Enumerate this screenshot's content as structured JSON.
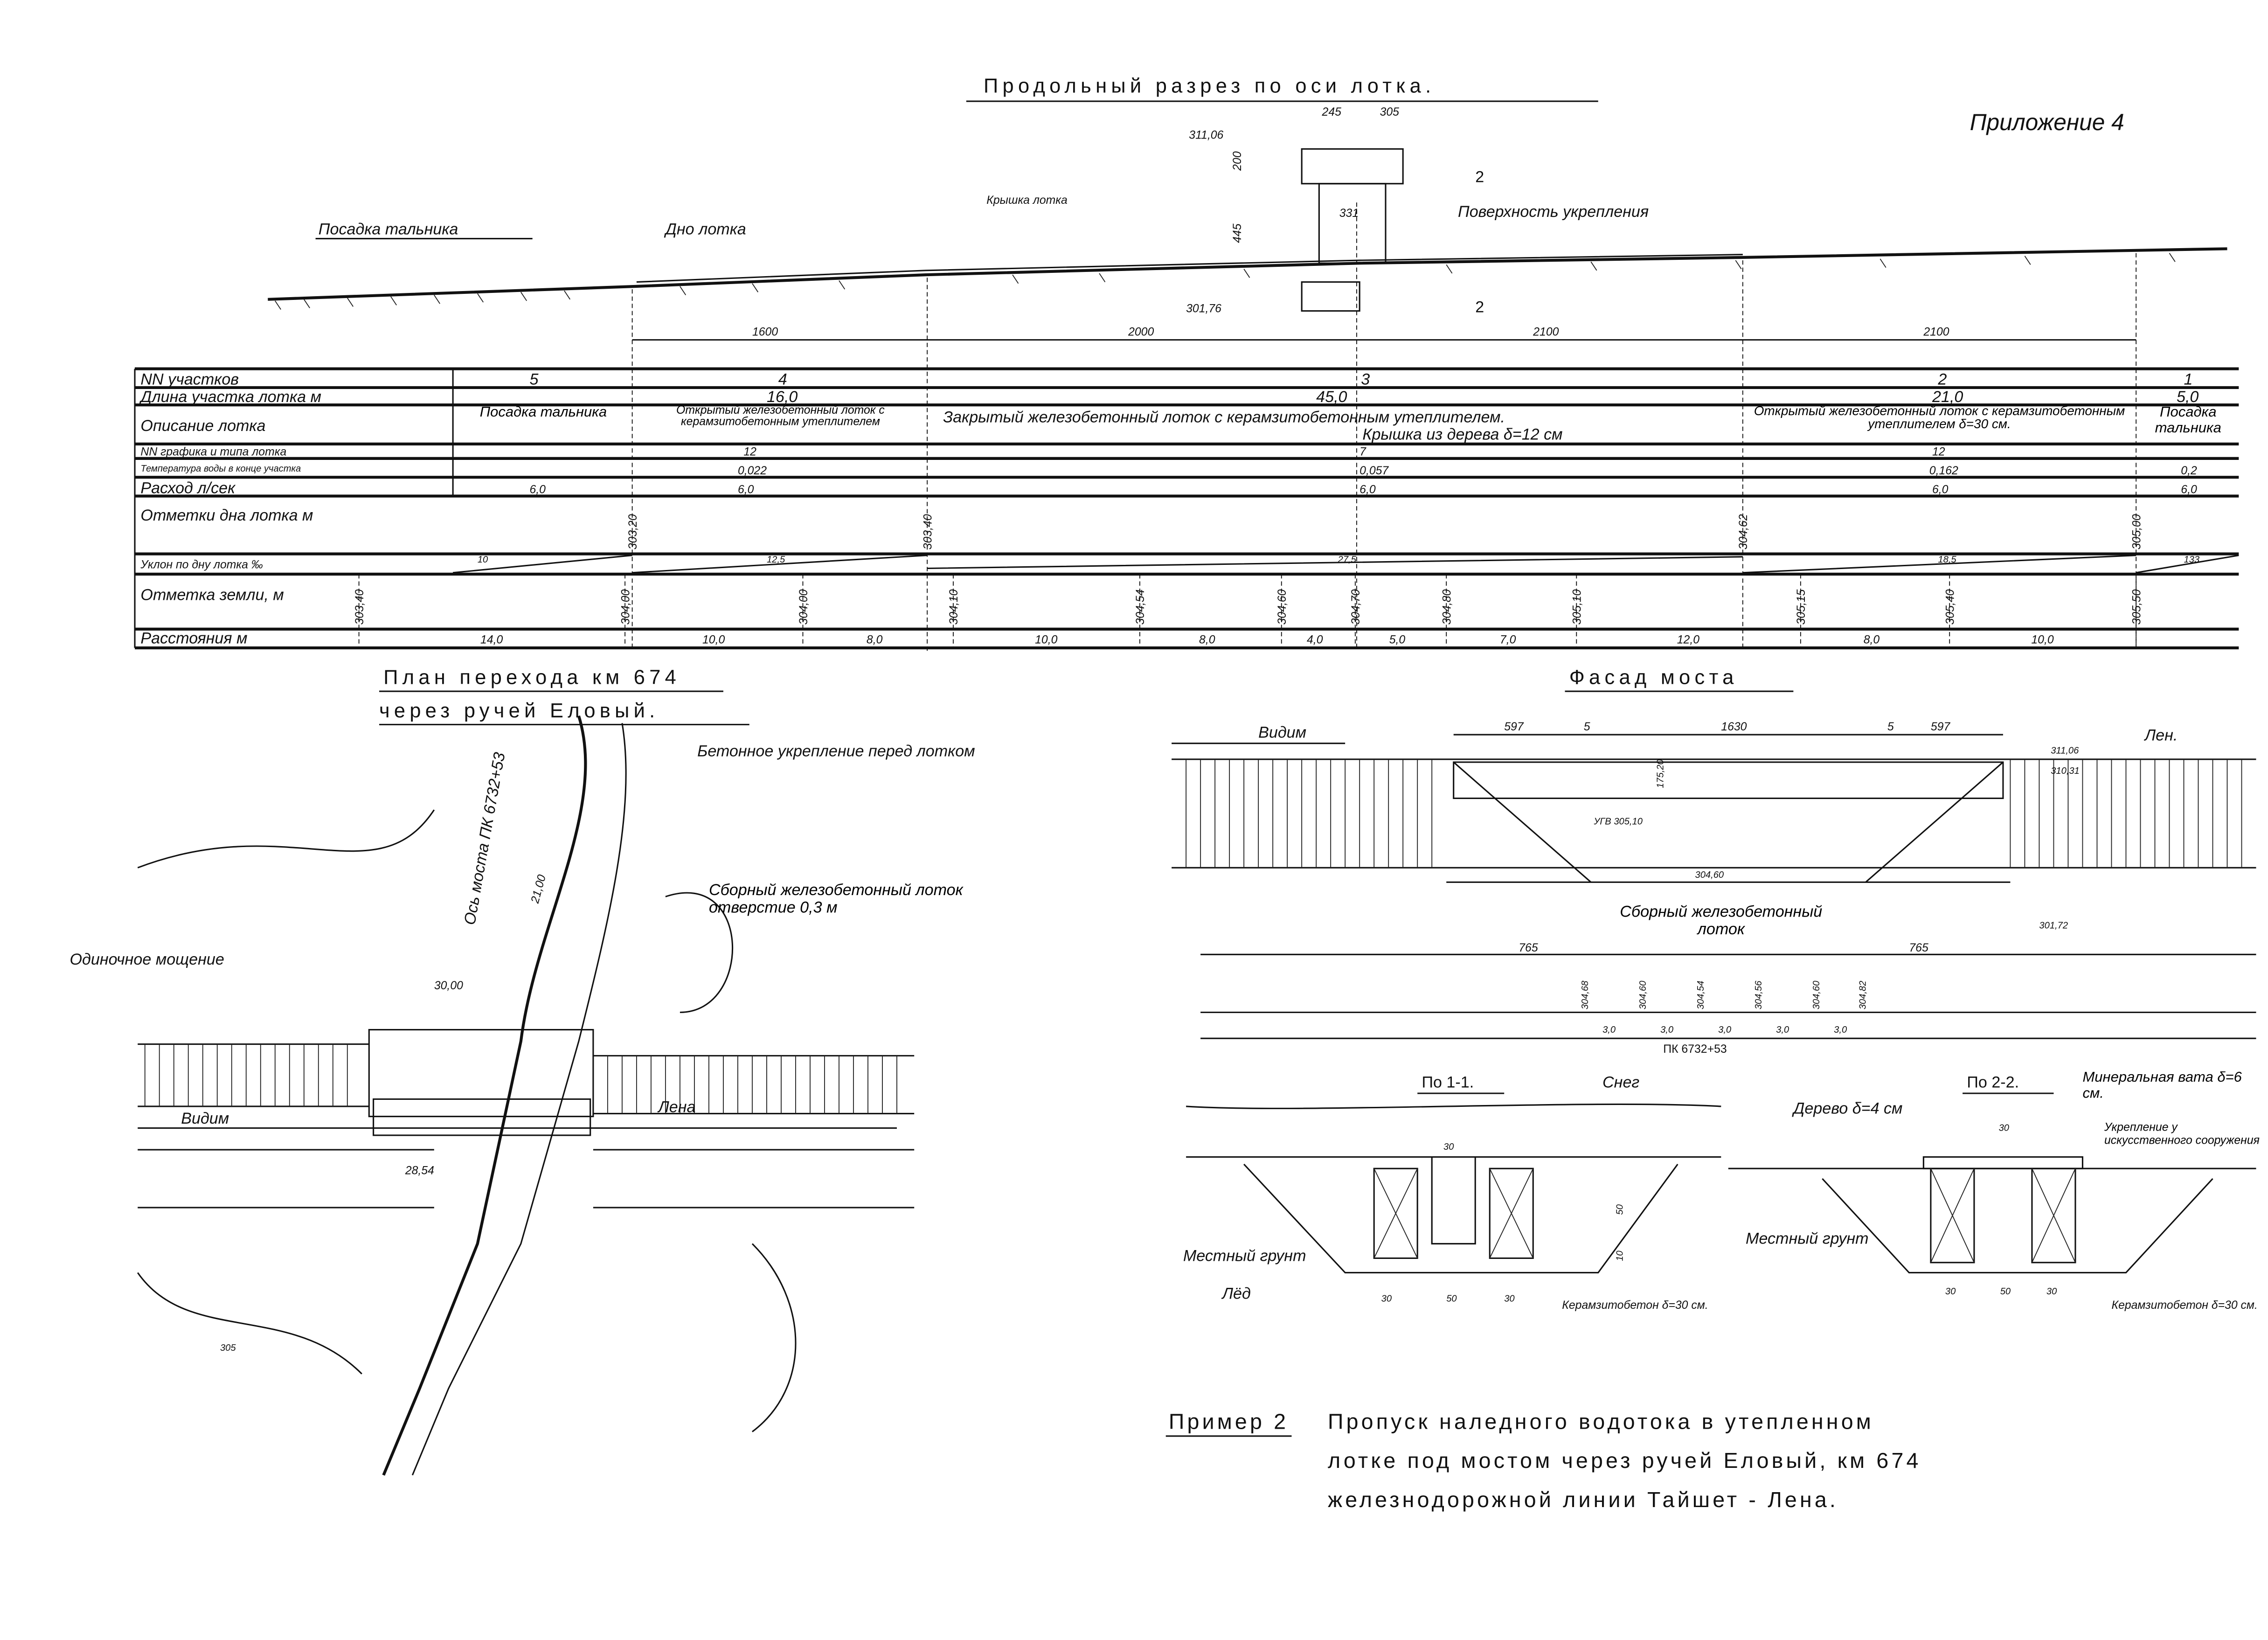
{
  "appendix": "Приложение 4",
  "profile": {
    "title": "Продольный разрез по оси лотка.",
    "labels": {
      "planting": "Посадка тальника",
      "bottom": "Дно лотка",
      "cover": "Крышка лотка",
      "surface": "Поверхность укрепления"
    },
    "dims": {
      "d245": "245",
      "d305": "305",
      "e31106": "311,06",
      "d200": "200",
      "d445": "445",
      "d331": "331",
      "e30176": "301,76",
      "sec12": "2",
      "len1": "1600",
      "len2": "2000",
      "len3": "2100",
      "len4": "2100"
    }
  },
  "table": {
    "row_headers": [
      "NN участков",
      "Длина участка лотка м",
      "Описание лотка",
      "NN графика и типа лотка",
      "Температура воды в конце участка",
      "Расход л/сек",
      "Отметки дна лотка м",
      "Уклон по дну лотка ‰",
      "Отметка земли, м",
      "Расстояния м"
    ],
    "sections": [
      "5",
      "4",
      "3",
      "2",
      "1"
    ],
    "lengths": [
      "16,0",
      "45,0",
      "21,0",
      "5,0"
    ],
    "descriptions": [
      "Посадка тальника",
      "Открытый железобетонный лоток с керамзитобетонным утеплителем",
      "Закрытый железобетонный лоток с керамзитобетонным утеплителем.",
      "Крышка из дерева δ=12 см",
      "Открытый железобетонный лоток с керамзитобетонным утеплителем δ=30 см.",
      "Посадка тальника"
    ],
    "graphs": [
      "12",
      "7",
      "12"
    ],
    "temps": [
      "0,022",
      "0,057",
      "0,162",
      "0,2"
    ],
    "flows": [
      "6,0",
      "6,0",
      "6,0",
      "6,0",
      "6,0"
    ],
    "bottom_marks": [
      "303,20",
      "303,40",
      "304,62",
      "305,00"
    ],
    "slopes": [
      "10",
      "12,5",
      "27,5",
      "18,5",
      "133"
    ],
    "ground_marks": [
      "303,40",
      "304,00",
      "304,00",
      "304,10",
      "304,54",
      "304,60",
      "304,70",
      "304,80",
      "305,10",
      "305,15",
      "305,40",
      "305,50"
    ],
    "distances": [
      "14,0",
      "10,0",
      "8,0",
      "10,0",
      "8,0",
      "4,0",
      "5,0",
      "7,0",
      "12,0",
      "8,0",
      "10,0"
    ]
  },
  "plan": {
    "title1": "План перехода км 674",
    "title2": "через ручей Еловый.",
    "axis": "Ось моста ПК 6732+53",
    "concrete": "Бетонное укрепление перед лотком",
    "prefab": "Сборный железобетонный лоток отверстие 0,3 м",
    "paving": "Одиночное мощение",
    "vidim": "Видим",
    "lena": "Лена",
    "d3000": "30,00",
    "d2854": "28,54",
    "d2100": "21,00",
    "contour": "305"
  },
  "facade": {
    "title": "Фасад моста",
    "vidim": "Видим",
    "lena": "Лен.",
    "dims": [
      "597",
      "5",
      "1630",
      "5",
      "597"
    ],
    "h": "175,20",
    "marks": {
      "m1": "311,06",
      "m2": "310,31",
      "ugv": "УГВ 305,10",
      "m3": "304,60",
      "m4": "301,72"
    },
    "label": "Сборный железобетонный лоток",
    "d765a": "765",
    "d765b": "765",
    "ground_marks": [
      "304,68",
      "304,60",
      "304,54",
      "304,56",
      "304,60",
      "304,82"
    ],
    "dists": [
      "3,0",
      "3,0",
      "3,0",
      "3,0",
      "3,0"
    ],
    "pk": "ПК 6732+53"
  },
  "sec1": {
    "title": "По 1-1.",
    "snow": "Снег",
    "d30": "30",
    "d50": "50",
    "h50": "50",
    "h10": "10",
    "soil": "Местный грунт",
    "ice": "Лёд",
    "b": [
      "30",
      "50",
      "30"
    ],
    "ker": "Керамзитобетон δ=30 см."
  },
  "sec2": {
    "title": "По 2-2.",
    "wood": "Дерево δ=4 см",
    "min": "Минеральная вата δ=6 см.",
    "ukr": "Укрепление у искусственного сооружения",
    "d30": "30",
    "soil": "Местный грунт",
    "b": [
      "30",
      "50",
      "30"
    ],
    "ker": "Керамзитобетон δ=30 см."
  },
  "caption": {
    "ex": "Пример 2",
    "l1": "Пропуск наледного водотока в утепленном",
    "l2": "лотке под мостом через ручей Еловый, км 674",
    "l3": "железнодорожной линии Тайшет - Лена."
  }
}
